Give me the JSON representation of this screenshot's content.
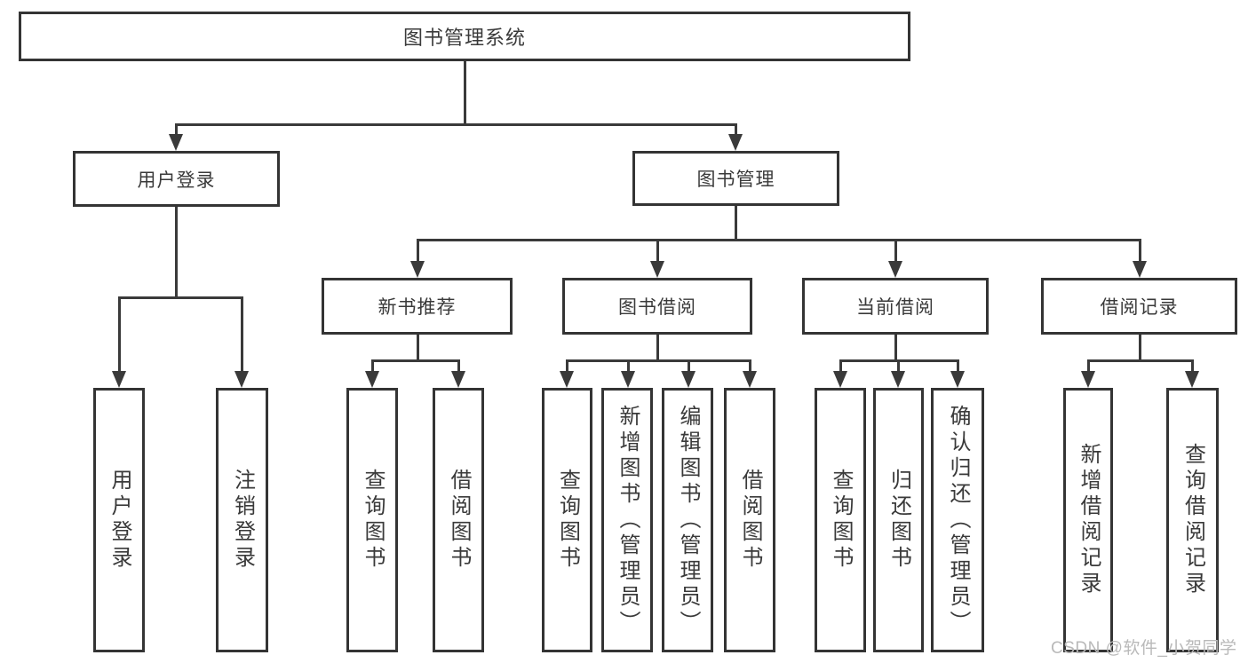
{
  "diagram": {
    "root": {
      "label": "图书管理系统"
    },
    "level2": [
      {
        "id": "user-login",
        "label": "用户登录"
      },
      {
        "id": "book-management",
        "label": "图书管理"
      }
    ],
    "user_login_children": [
      "用户登录",
      "注销登录"
    ],
    "sections": [
      {
        "label": "新书推荐",
        "children": [
          "查询图书",
          "借阅图书"
        ]
      },
      {
        "label": "图书借阅",
        "children": [
          "查询图书",
          "新增图书（管理员）",
          "编辑图书（管理员）",
          "借阅图书"
        ]
      },
      {
        "label": "当前借阅",
        "children": [
          "查询图书",
          "归还图书",
          "确认归还（管理员）"
        ]
      },
      {
        "label": "借阅记录",
        "children": [
          "新增借阅记录",
          "查询借阅记录"
        ]
      }
    ]
  },
  "watermark": {
    "text": "CSDN @软件_小贺同学"
  },
  "colors": {
    "border": "#343434",
    "line": "#3a3a3a",
    "text": "#3a3a3a",
    "watermark": "#b9b9b9",
    "background": "#ffffff"
  }
}
